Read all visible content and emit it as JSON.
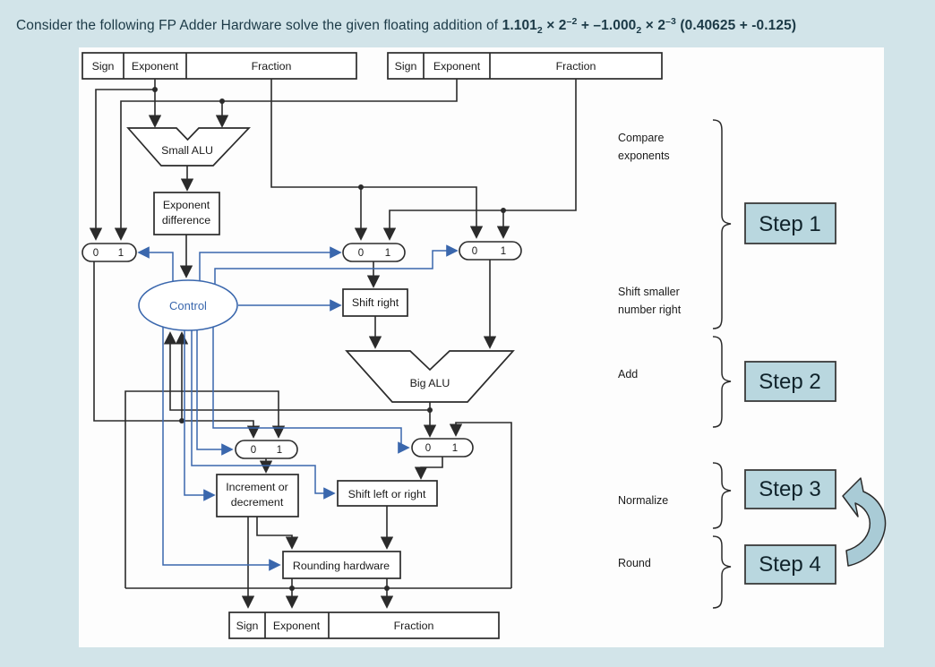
{
  "title": {
    "prefix": "Consider the following FP Adder Hardware solve the given floating addition of ",
    "operand1": "1.101",
    "operand1_base": "2",
    "times1": " × 2",
    "exp1": "–2",
    "plus": " + ",
    "operand2": "–1.000",
    "operand2_base": "2",
    "times2": " × 2",
    "exp2": "–3",
    "decimal_check": " (0.40625 + -0.125)"
  },
  "registers": {
    "input_left": {
      "sign": "Sign",
      "exponent": "Exponent",
      "fraction": "Fraction"
    },
    "input_right": {
      "sign": "Sign",
      "exponent": "Exponent",
      "fraction": "Fraction"
    },
    "result": {
      "sign": "Sign",
      "exponent": "Exponent",
      "fraction": "Fraction"
    }
  },
  "blocks": {
    "small_alu": "Small ALU",
    "exponent_difference": {
      "line1": "Exponent",
      "line2": "difference"
    },
    "control": "Control",
    "shift_right": "Shift right",
    "big_alu": "Big ALU",
    "increment_decrement": {
      "line1": "Increment or",
      "line2": "decrement"
    },
    "shift_left_right": "Shift left or right",
    "rounding_hardware": "Rounding hardware"
  },
  "mux": {
    "zero": "0",
    "one": "1"
  },
  "annotations": {
    "compare": {
      "line1": "Compare",
      "line2": "exponents"
    },
    "shift_smaller": {
      "line1": "Shift smaller",
      "line2": "number right"
    },
    "add": "Add",
    "normalize": "Normalize",
    "round": "Round"
  },
  "steps": {
    "step1": "Step 1",
    "step2": "Step 2",
    "step3": "Step 3",
    "step4": "Step 4"
  },
  "colors": {
    "page_background": "#d2e4e9",
    "panel": "#fdfdfd",
    "line": "#2b2b2b",
    "control_blue": "#3a67ad",
    "step_fill": "#b9d7df",
    "title_text": "#1c3a47"
  }
}
